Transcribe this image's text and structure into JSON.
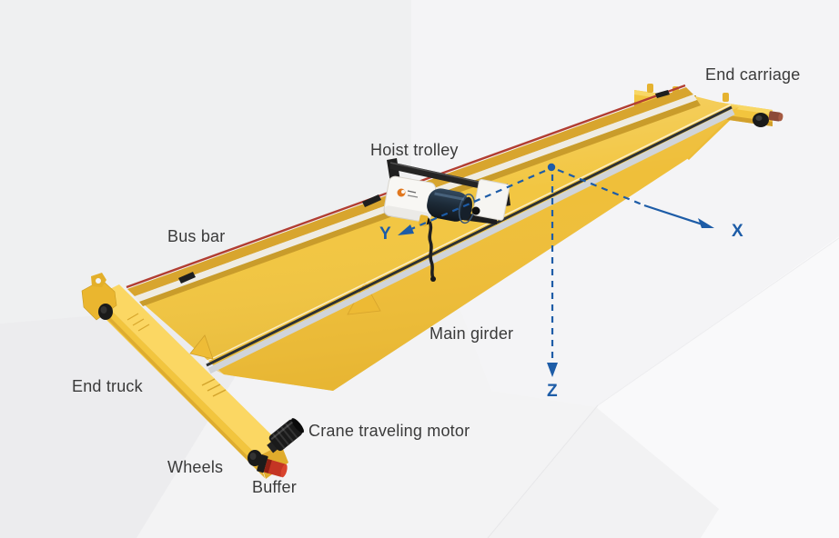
{
  "figure": {
    "description": "Isometric illustration of a single girder overhead crane with labelled components and X Y Z coordinate axes"
  },
  "labels": {
    "end_carriage": "End carriage",
    "hoist_trolley": "Hoist trolley",
    "bus_bar": "Bus bar",
    "main_girder": "Main girder",
    "end_truck": "End truck",
    "crane_traveling_motor": "Crane traveling motor",
    "wheels": "Wheels",
    "buffer": "Buffer"
  },
  "axis_labels": {
    "x": "X",
    "y": "Y",
    "z": "Z"
  },
  "colors": {
    "background": "#F3F3F4",
    "girder_yellow": "#F2C53E",
    "girder_gold": "#D8A52E",
    "bus_bar_red": "#B23E32",
    "rail_silver": "#D0D4D9",
    "rail_dark": "#2D3134",
    "axis_blue": "#1D5CA7",
    "label_text": "#3A3A3A",
    "buffer_red": "#C43524",
    "motor_black": "#1A1A1A",
    "trolley_white": "#F8F7F4"
  }
}
